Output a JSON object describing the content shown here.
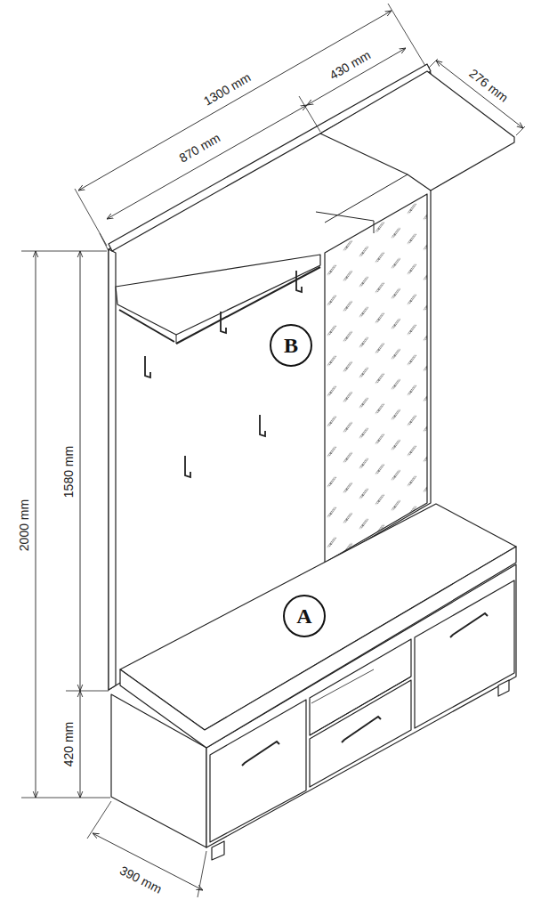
{
  "diagram": {
    "nodes": [
      {
        "text": [
          "B"
        ]
      },
      {
        "text": [
          "A"
        ]
      }
    ],
    "labels": [
      "1300 mm",
      "430 mm",
      "276 mm",
      "870 mm",
      "2000 mm",
      "1580 mm",
      "420 mm",
      "390 mm"
    ]
  }
}
